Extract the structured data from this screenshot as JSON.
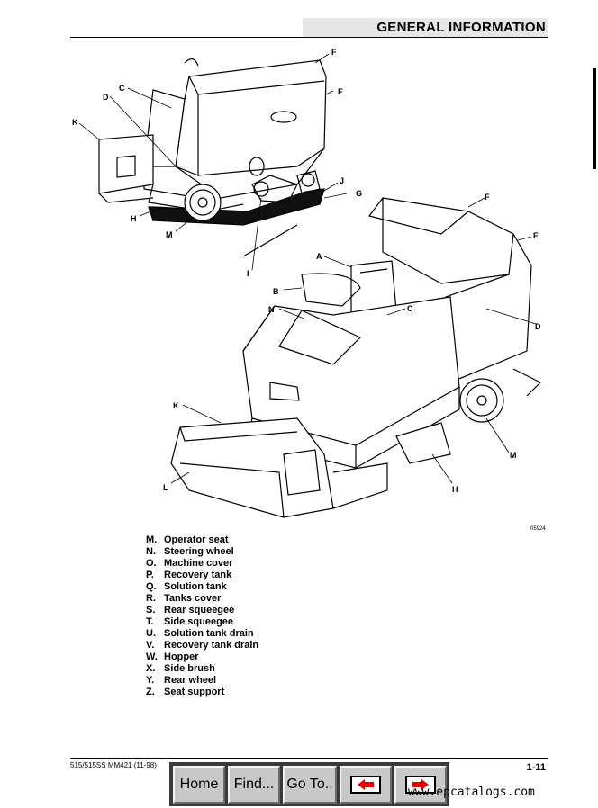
{
  "header": {
    "title": "GENERAL INFORMATION"
  },
  "figure": {
    "callouts_top": [
      "F",
      "E",
      "C",
      "D",
      "K",
      "J",
      "G",
      "H",
      "M",
      "I"
    ],
    "callouts_bottom": [
      "F",
      "E",
      "A",
      "B",
      "N",
      "C",
      "D",
      "K",
      "M",
      "L",
      "H"
    ],
    "figure_id": "05924"
  },
  "legend": [
    {
      "key": "M.",
      "text": "Operator seat"
    },
    {
      "key": "N.",
      "text": "Steering wheel"
    },
    {
      "key": "O.",
      "text": "Machine cover"
    },
    {
      "key": "P.",
      "text": "Recovery tank"
    },
    {
      "key": "Q.",
      "text": "Solution tank"
    },
    {
      "key": "R.",
      "text": "Tanks cover"
    },
    {
      "key": "S.",
      "text": "Rear squeegee"
    },
    {
      "key": "T.",
      "text": "Side squeegee"
    },
    {
      "key": "U.",
      "text": "Solution tank drain"
    },
    {
      "key": "V.",
      "text": "Recovery tank drain"
    },
    {
      "key": "W.",
      "text": "Hopper"
    },
    {
      "key": "X.",
      "text": "Side brush"
    },
    {
      "key": "Y.",
      "text": "Rear wheel"
    },
    {
      "key": "Z.",
      "text": "Seat support"
    }
  ],
  "footer": {
    "doc_id": "515/515SS MM421 (11-98)",
    "page": "1-11"
  },
  "nav": {
    "home": "Home",
    "find": "Find...",
    "goto": "Go To..",
    "back_icon": "left-arrow-icon",
    "forward_icon": "right-arrow-icon"
  },
  "watermark": "www.epcatalogs.com"
}
